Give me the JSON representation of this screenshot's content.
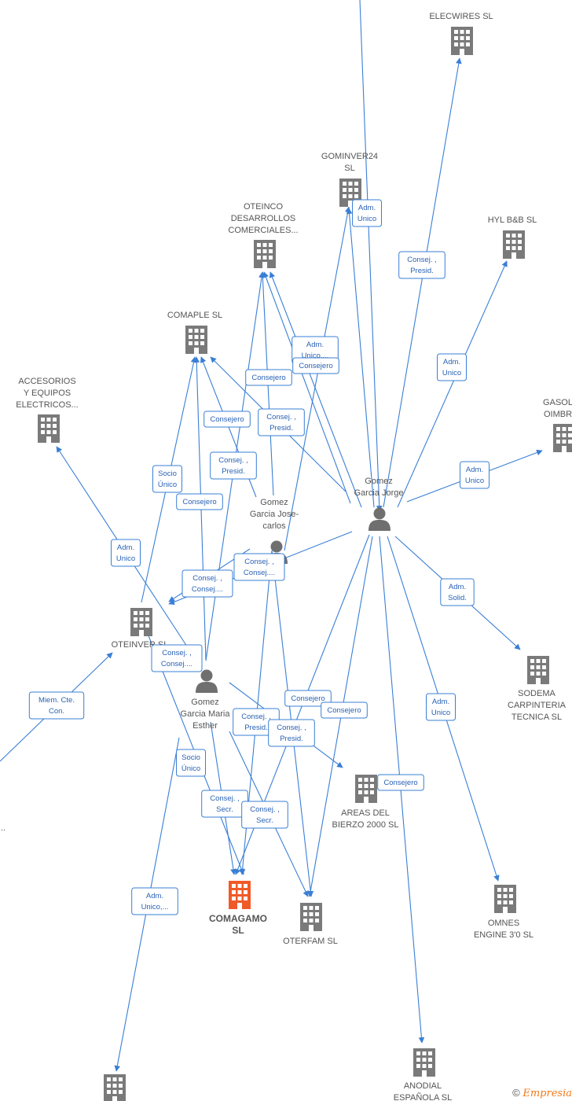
{
  "colors": {
    "edge": "#3a7fd5",
    "building": "#7a7a7a",
    "building_main": "#f05a28",
    "person": "#6f6f6f"
  },
  "nodes": [
    {
      "id": "elecwires",
      "kind": "company",
      "label": [
        "ELECWIRES  SL"
      ]
    },
    {
      "id": "gominver24",
      "kind": "company",
      "label": [
        "GOMINVER24",
        "SL"
      ]
    },
    {
      "id": "oteinco",
      "kind": "company",
      "label": [
        "OTEINCO",
        "DESARROLLOS",
        "COMERCIALES..."
      ]
    },
    {
      "id": "hylbb",
      "kind": "company",
      "label": [
        "HYL B&B  SL"
      ]
    },
    {
      "id": "comaple",
      "kind": "company",
      "label": [
        "COMAPLE SL"
      ]
    },
    {
      "id": "accesorios",
      "kind": "company",
      "label": [
        "ACCESORIOS",
        "Y EQUIPOS",
        "ELECTRICOS..."
      ]
    },
    {
      "id": "gasol",
      "kind": "company",
      "label": [
        "GASOL",
        "OIMBR"
      ]
    },
    {
      "id": "jorge",
      "kind": "person",
      "label": [
        "Gomez",
        "Garcia Jorge"
      ]
    },
    {
      "id": "josecarlos",
      "kind": "person",
      "label": [
        "Gomez",
        "Garcia Jose-",
        "carlos"
      ]
    },
    {
      "id": "oteinver",
      "kind": "company",
      "label": [
        "OTEINVER  SL"
      ]
    },
    {
      "id": "esther",
      "kind": "person",
      "label": [
        "Gomez",
        "Garcia Maria",
        "Esther"
      ]
    },
    {
      "id": "sodema",
      "kind": "company",
      "label": [
        "SODEMA",
        "CARPINTERIA",
        "TECNICA  SL"
      ]
    },
    {
      "id": "areas",
      "kind": "company",
      "label": [
        "AREAS DEL",
        "BIERZO 2000 SL"
      ]
    },
    {
      "id": "comagamo",
      "kind": "company",
      "main": true,
      "label": [
        "COMAGAMO",
        "SL"
      ]
    },
    {
      "id": "oterfam",
      "kind": "company",
      "label": [
        "OTERFAM  SL"
      ]
    },
    {
      "id": "omnes",
      "kind": "company",
      "label": [
        "OMNES",
        "ENGINE 3'0  SL"
      ]
    },
    {
      "id": "anodial",
      "kind": "company",
      "label": [
        "ANODIAL",
        "ESPAÑOLA SL"
      ]
    },
    {
      "id": "bottomleft",
      "kind": "company",
      "label": []
    },
    {
      "id": "leftedge",
      "kind": "text",
      "label": [
        "n..."
      ]
    }
  ],
  "edge_labels": [
    [
      "Adm.",
      "Unico"
    ],
    [
      "Consej. ,",
      "Presid."
    ],
    [
      "Adm.",
      "Unico"
    ],
    [
      "Adm.",
      "Unico,..."
    ],
    [
      "Consejero"
    ],
    [
      "Consejero"
    ],
    [
      "Consejero"
    ],
    [
      "Consej. ,",
      "Presid."
    ],
    [
      "Adm.",
      "Unico"
    ],
    [
      "Consej. ,",
      "Presid."
    ],
    [
      "Socio",
      "Único"
    ],
    [
      "Consejero"
    ],
    [
      "Adm.",
      "Unico"
    ],
    [
      "Consej. ,",
      "Consej...."
    ],
    [
      "Consej. ,",
      "Consej...."
    ],
    [
      "Adm.",
      "Solid."
    ],
    [
      "Consej. ,",
      "Consej...."
    ],
    [
      "Miem.  Cte.",
      "Con."
    ],
    [
      "Consejero"
    ],
    [
      "Consejero"
    ],
    [
      "Consej. ,",
      "Presid."
    ],
    [
      "Consej. ,",
      "Presid."
    ],
    [
      "Adm.",
      "Unico"
    ],
    [
      "Socio",
      "Único"
    ],
    [
      "Consejero"
    ],
    [
      "Consej. ,",
      "Secr."
    ],
    [
      "Consej. ,",
      "Secr."
    ],
    [
      "Adm.",
      "Unico,..."
    ]
  ],
  "footer": {
    "copyright": "©",
    "brand": "Empresia"
  }
}
